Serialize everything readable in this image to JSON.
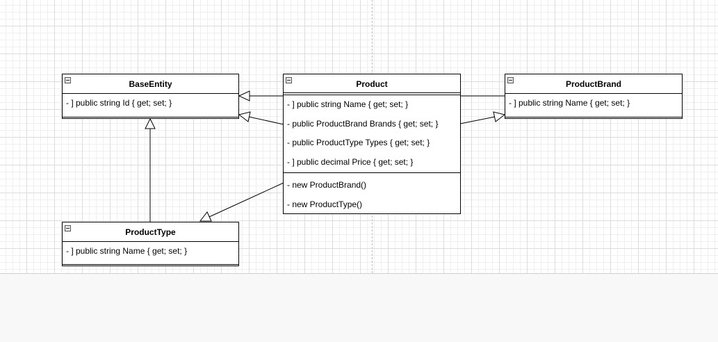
{
  "classes": {
    "base_entity": {
      "name": "BaseEntity",
      "attributes": [
        "- ] public string Id { get; set; }"
      ],
      "methods": []
    },
    "product": {
      "name": "Product",
      "attributes": [
        "- ] public string Name { get; set; }",
        "- public ProductBrand Brands { get; set; }",
        "- public ProductType Types { get; set; }",
        "- ] public decimal Price { get; set; }"
      ],
      "methods": [
        "- new ProductBrand()",
        "- new ProductType()"
      ]
    },
    "product_brand": {
      "name": "ProductBrand",
      "attributes": [
        "- ] public string Name { get; set; }"
      ],
      "methods": []
    },
    "product_type": {
      "name": "ProductType",
      "attributes": [
        "- ] public string Name { get; set; }"
      ],
      "methods": []
    }
  },
  "relations": [
    {
      "from": "ProductBrand",
      "to": "BaseEntity",
      "kind": "generalization"
    },
    {
      "from": "Product",
      "to": "BaseEntity",
      "kind": "generalization"
    },
    {
      "from": "Product",
      "to": "ProductBrand",
      "kind": "generalization"
    },
    {
      "from": "ProductType",
      "to": "BaseEntity",
      "kind": "generalization"
    },
    {
      "from": "Product",
      "to": "ProductType",
      "kind": "generalization"
    }
  ],
  "colors": {
    "canvas": "#ffffff",
    "grid_major": "#dcdcdc",
    "grid_minor": "#efefef",
    "stroke": "#000000",
    "outside": "#f8f8f8"
  },
  "icons": {
    "class_toggle": "collapse-minus-icon",
    "inheritance_arrow": "hollow-triangle-arrowhead"
  }
}
